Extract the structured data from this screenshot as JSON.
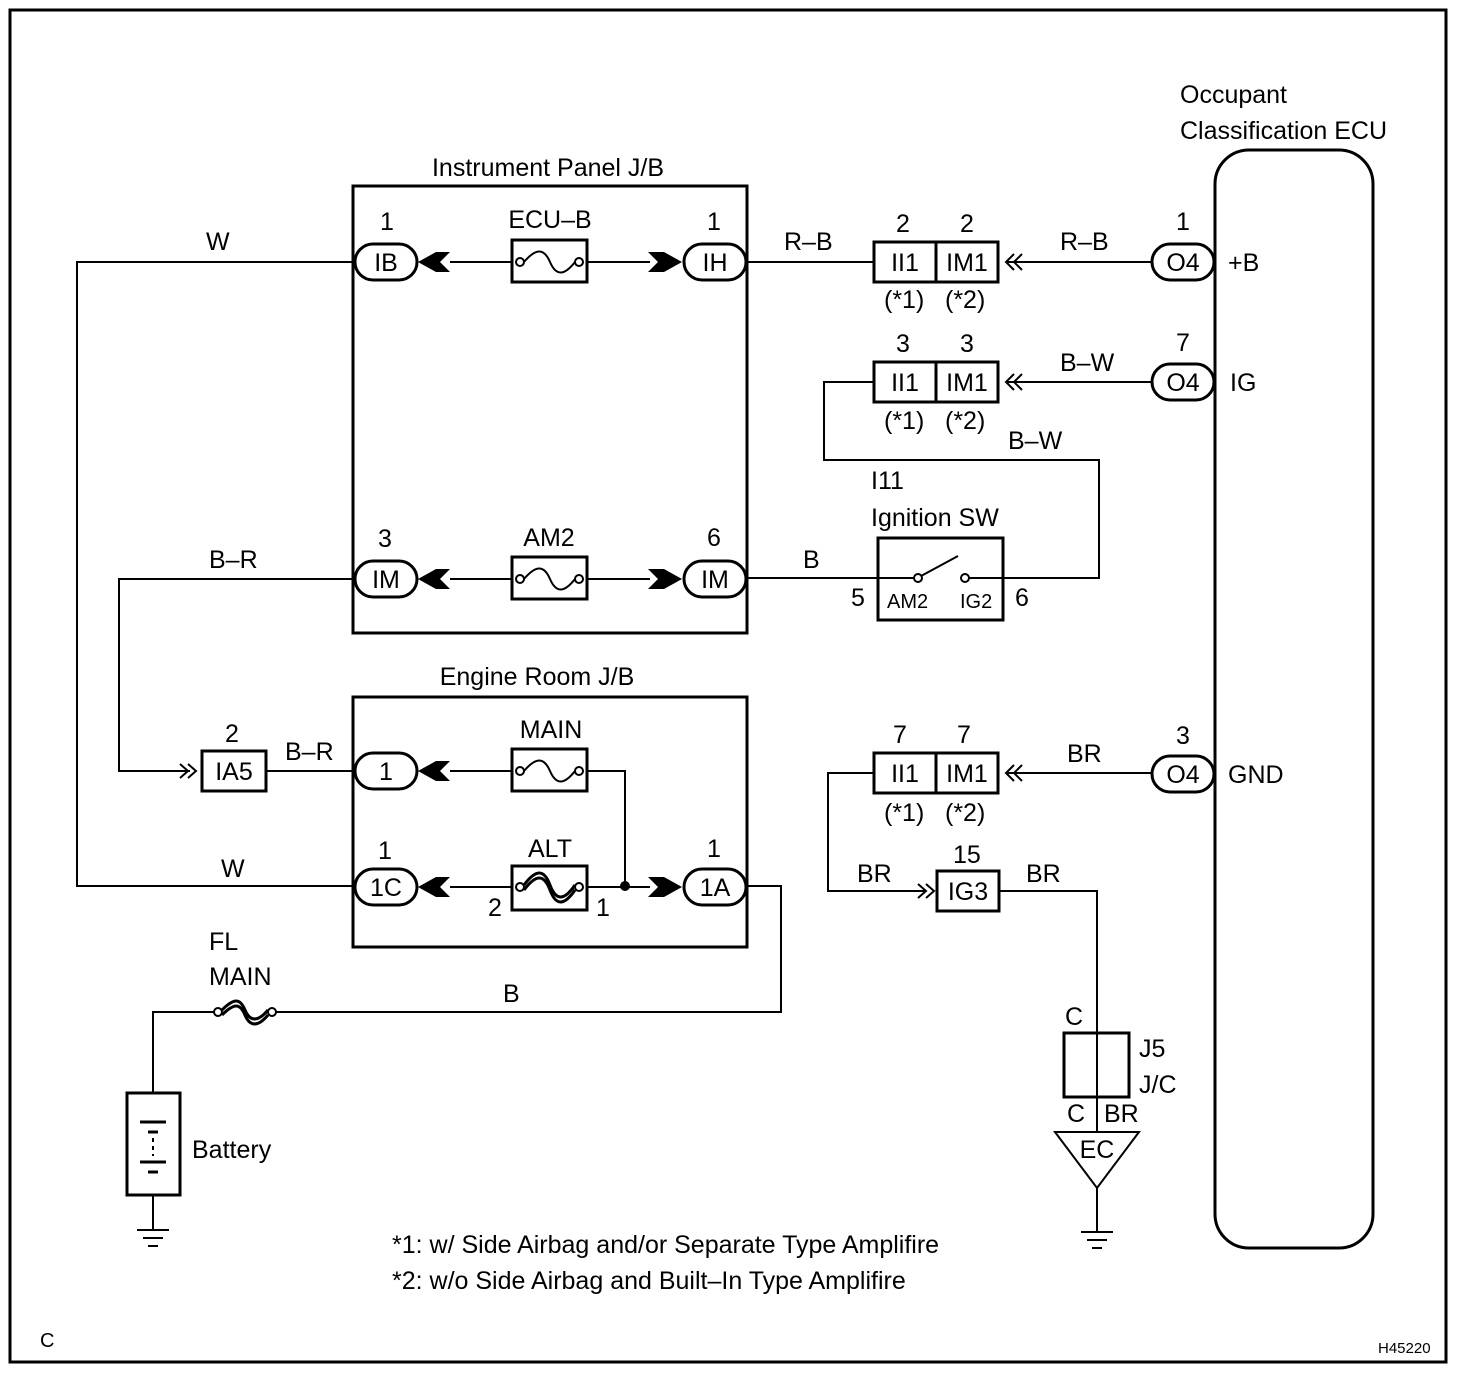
{
  "ecu": {
    "title_line1": "Occupant",
    "title_line2": "Classification ECU",
    "pins": [
      {
        "num": "1",
        "conn": "O4",
        "name": "+B"
      },
      {
        "num": "7",
        "conn": "O4",
        "name": "IG"
      },
      {
        "num": "3",
        "conn": "O4",
        "name": "GND"
      }
    ]
  },
  "ip_jb": {
    "title": "Instrument Panel J/B",
    "ecu_b_fuse": "ECU–B",
    "am2_fuse": "AM2",
    "ib": {
      "num": "1",
      "label": "IB"
    },
    "ih": {
      "num": "1",
      "label": "IH"
    },
    "im_left": {
      "num": "3",
      "label": "IM"
    },
    "im_right": {
      "num": "6",
      "label": "IM"
    }
  },
  "er_jb": {
    "title": "Engine Room J/B",
    "main_fuse": "MAIN",
    "alt_fuse": "ALT",
    "alt_pin_left": "2",
    "alt_pin_right": "1",
    "c1": {
      "num": "",
      "label": "1"
    },
    "c1c": {
      "num": "1",
      "label": "1C"
    },
    "c1a": {
      "num": "1",
      "label": "1A"
    }
  },
  "connectors": {
    "row1": {
      "ii1_num": "2",
      "im1_num": "2",
      "ii1": "II1",
      "im1": "IM1",
      "n1": "(*1)",
      "n2": "(*2)"
    },
    "row2": {
      "ii1_num": "3",
      "im1_num": "3",
      "ii1": "II1",
      "im1": "IM1",
      "n1": "(*1)",
      "n2": "(*2)"
    },
    "row3": {
      "ii1_num": "7",
      "im1_num": "7",
      "ii1": "II1",
      "im1": "IM1",
      "n1": "(*1)",
      "n2": "(*2)"
    },
    "ia5": {
      "num": "2",
      "label": "IA5"
    },
    "ig3": {
      "num": "15",
      "label": "IG3"
    }
  },
  "wires": {
    "w_top": "W",
    "rb_left": "R–B",
    "rb_right": "R–B",
    "bw_right": "B–W",
    "bw_loop": "B–W",
    "br_left": "B–R",
    "b_ign": "B",
    "br_ia5": "B–R",
    "w_bottom": "W",
    "b_main": "B",
    "br_gnd": "BR",
    "br_ig3_left": "BR",
    "br_ig3_right": "BR",
    "br_ec": "BR"
  },
  "ignition": {
    "ref": "I11",
    "title": "Ignition SW",
    "am2": "AM2",
    "ig2": "IG2",
    "pin_left": "5",
    "pin_right": "6"
  },
  "fl_main": {
    "line1": "FL",
    "line2": "MAIN"
  },
  "battery": {
    "label": "Battery"
  },
  "jc": {
    "ref": "J5",
    "name": "J/C",
    "top": "C",
    "bottom": "C",
    "ground": "EC"
  },
  "notes": [
    "*1: w/ Side Airbag and/or Separate Type Amplifire",
    "*2: w/o Side Airbag and Built–In Type Amplifire"
  ],
  "corner_letter": "C",
  "figure_id": "H45220"
}
